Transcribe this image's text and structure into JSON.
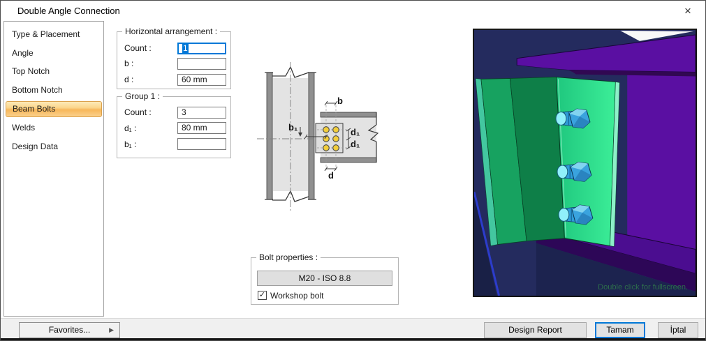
{
  "window": {
    "title": "Double Angle Connection",
    "close_glyph": "×"
  },
  "sidebar": {
    "items": [
      "Type & Placement",
      "Angle",
      "Top Notch",
      "Bottom Notch",
      "Beam Bolts",
      "Welds",
      "Design Data"
    ],
    "active_item": "Beam Bolts"
  },
  "panels": {
    "horizontal": {
      "title": "Horizontal arrangement :",
      "rows": [
        {
          "label": "Count :",
          "value": "1",
          "state": "focused-text-selected"
        },
        {
          "label": "b :",
          "value": ""
        },
        {
          "label": "d :",
          "value": "60 mm"
        }
      ]
    },
    "group1": {
      "title": "Group 1 :",
      "rows": [
        {
          "label": "Count :",
          "value": "3"
        },
        {
          "label": "d₁ :",
          "value": "80 mm"
        },
        {
          "label": "b₁ :",
          "value": ""
        }
      ]
    },
    "bolt": {
      "title": "Bolt properties :",
      "button_label": "M20 - ISO 8.8",
      "checkbox_label": "Workshop bolt",
      "checkbox_checked": true,
      "check_glyph": "✓"
    }
  },
  "diagram": {
    "labels": {
      "b": "b",
      "b1": "b₁",
      "d1_top": "d₁",
      "d1_bottom": "d₁",
      "d": "d"
    },
    "bolt_rows": 3,
    "bolt_columns": 2
  },
  "viewport": {
    "hint": "Double click for fullscreen.",
    "colors": {
      "background": "#242b5e",
      "beam_purple": "#5a0fa2",
      "flange_purple_dark": "#2d0757",
      "plate_green": "#2ddb8a",
      "plate_green_dark": "#0e7f48",
      "bolt_blue": "#3aa3de",
      "bolt_cap_cyan": "#90f0fa",
      "hint_text": "#2d6e4b"
    }
  },
  "footer": {
    "favorites": "Favorites...",
    "favorites_arrow": "▶",
    "design_report": "Design Report",
    "ok": "Tamam",
    "cancel": "İptal"
  },
  "colors": {
    "accent": "#0078d7",
    "active_nav_border": "#dba14c",
    "active_nav_fill": "#f7b75a",
    "diagram_bolt_yellow": "#f1cd3b",
    "steel_gray": "#909090"
  }
}
